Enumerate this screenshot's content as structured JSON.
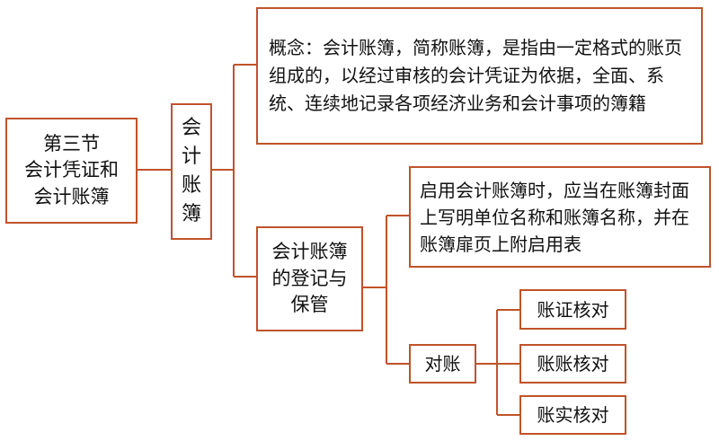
{
  "colors": {
    "border": "#c0532a",
    "text": "#111111",
    "background": "#ffffff"
  },
  "nodes": {
    "root": "第三节\n会计凭证和\n会计账簿",
    "ledger": "会\n计\n账\n簿",
    "concept": "概念：会计账簿，简称账簿，是指由一定格式的账页组成的，以经过审核的会计凭证为依据，全面、系统、连续地记录各项经济业务和会计事项的簿籍",
    "registration": "会计账簿\n的登记与\n保管",
    "enable": "启用会计账簿时，应当在账簿封面上写明单位名称和账簿名称，并在账簿扉页上附启用表",
    "reconcile": "对账",
    "check_voucher": "账证核对",
    "check_ledger": "账账核对",
    "check_actual": "账实核对"
  }
}
